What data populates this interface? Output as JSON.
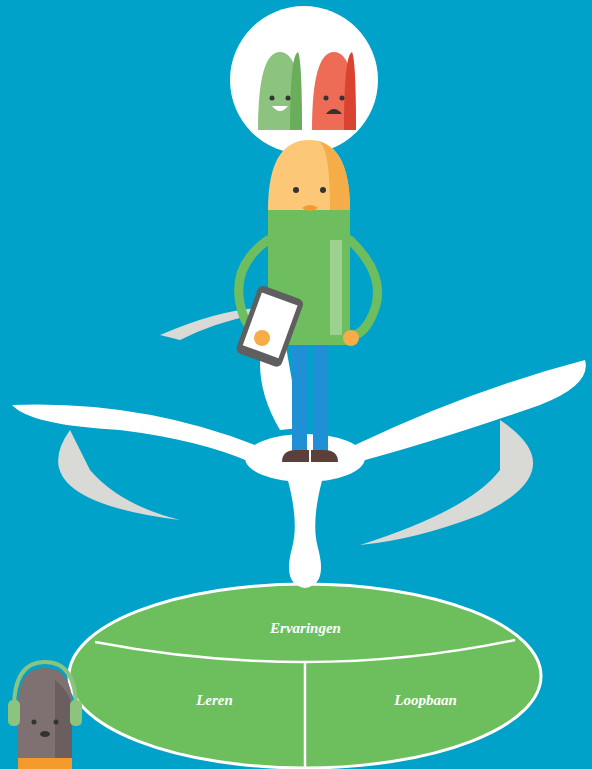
{
  "diagram": {
    "nodes": [
      {
        "text": [
          "Ervaringen"
        ]
      },
      {
        "text": [
          "Leren"
        ]
      },
      {
        "text": [
          "Loopbaan"
        ]
      }
    ]
  }
}
